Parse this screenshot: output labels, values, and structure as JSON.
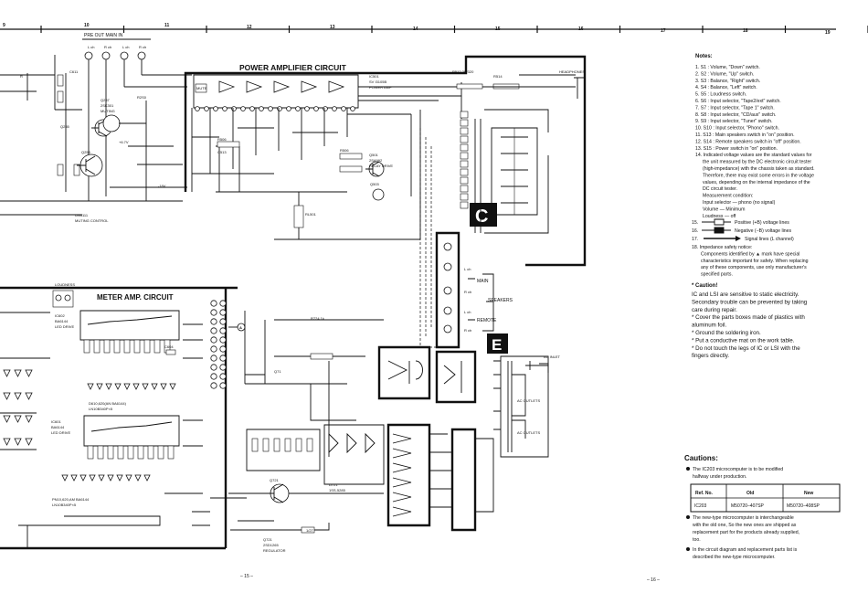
{
  "ruler": {
    "numbers": [
      "9",
      "10",
      "11",
      "12",
      "13",
      "14",
      "15",
      "16",
      "17",
      "18",
      "19"
    ]
  },
  "top_labels": {
    "pre_out_main_in": "PRE  OUT  MAIN  IN",
    "lch_1": "L ch",
    "rch_1": "R ch",
    "lch_2": "L ch",
    "rch_2": "R ch"
  },
  "blocks": {
    "power_amp": "POWER AMPLIFIER CIRCUIT",
    "meter_amp": "METER AMP. CIRCUIT",
    "ic501": "IC501",
    "ic501_part": "SV I3105B",
    "ic501_desc": "POWER AMP",
    "headphones": "HEADPHONES",
    "badge_c": "C",
    "badge_e": "E",
    "marker_a": "A",
    "loudness": "LOUDNESS"
  },
  "components": {
    "q257": "Q257",
    "q257_part": "2SK301",
    "q257_desc": "MUTING",
    "q255": "Q255",
    "q253": "Q253",
    "q255_part": "UN4111",
    "q255_desc": "MUTING CONTROL",
    "q501": "Q501",
    "q501_part": "2SA992",
    "q501_desc": "RELAY DRIVE",
    "q503": "Q503",
    "ic602": "IC602",
    "ic602_part": "BA6144",
    "ic602_desc": "LED DRIVE",
    "ic601": "IC601",
    "ic601_part": "BA6144",
    "ic601_desc": "LED DRIVE",
    "led1": "D610,620(AN BA6144)",
    "led1b": "LN10B340P×5",
    "led2": "PN10,620,AM BA6144",
    "led2b": "LN10B340P×5",
    "q721": "Q721",
    "q721_part": "2SD1265",
    "q721_desc": "REGULATOR",
    "d721": "D721",
    "d721_part": "1SS-5285",
    "mute": "MUTE",
    "mute_relay": "RL501",
    "ac_outlets": "AC OUTLETS",
    "ac_inlet": "AC INLET"
  },
  "terminals": {
    "l_ch": "L ch",
    "r_ch": "R ch",
    "main": "MAIN",
    "remote": "REMOTE",
    "speakers": "SPEAKERS"
  },
  "notes": {
    "title": "Notes:",
    "items": [
      "1. S1      : Volume, \"Down\" switch.",
      "2. S2      : Volume, \"Up\" switch.",
      "3. S3      : Balance, \"Right\" switch.",
      "4. S4      : Balance, \"Left\" switch.",
      "5. S5      : Loudness switch.",
      "6. S6      : Input selector, \"Tape2/ext\" switch.",
      "7. S7      : Input selector, \"Tape 1\" switch.",
      "8. S8      : Input selector, \"CD/aux\" switch.",
      "9. S9      : Input selector, \"Tuner\" switch.",
      "10. S10    : Input selector, \"Phono\" switch.",
      "11. S13    : Main speakers switch in \"on\" position.",
      "12. S14    : Remote speakers switch in \"off\" position.",
      "13. S15    : Power switch in \"on\" position.",
      "14. Indicated voltage values are the standard values for",
      "the unit measured by the DC electronic circuit tester",
      "(high-impedance) with the chassis taken as standard.",
      "Therefore, there may exist some errors in the voltage",
      "values, depending on the internal impedance of the",
      "DC circuit tester.",
      "Measurement condition:",
      "Input selector  — phono (no signal)",
      "Volume — Minimum",
      "Loudness — off"
    ],
    "n15": "15.",
    "n15_text": "Positive (+B) voltage lines",
    "n16": "16.",
    "n16_text": "Negative (−B) voltage lines",
    "n17": "17.",
    "n17_text": "Signal lines (L channel)",
    "n18": [
      "18. Impedance safety notice:",
      "Components identified by ▲ mark have special",
      "characteristics important for safety.  When replacing",
      "any of these components, use only manufacturer's",
      "specified parts."
    ]
  },
  "caution": {
    "title": "* Caution!",
    "lines": [
      "IC and LSI are sensitive to static electricity.",
      "Secondary trouble can be prevented by taking",
      "care during repair.",
      "* Cover the parts boxes made of plastics with",
      "aluminum foil.",
      "* Ground the soldering iron.",
      "* Put a conductive mat on the work table.",
      "* Do not touch the legs of IC or LSI with the",
      "fingers directly."
    ]
  },
  "cautions": {
    "title": "Cautions:",
    "bullet1": [
      "The IC203 microcomputer is to be modified",
      "halfway under production."
    ],
    "table": {
      "headers": [
        "Ref. No.",
        "Old",
        "New"
      ],
      "rows": [
        [
          "IC203",
          "M50720–407SP",
          "M50720–408SP"
        ]
      ]
    },
    "bullet2": [
      "The new-type microcomputer is interchangeable",
      "with the old one, So the new ones are shipped as",
      "replacement part for the products already supplied,",
      "too."
    ],
    "bullet3": [
      "In the circuit diagram and replacement parts list is",
      "described the new-type microcomputer."
    ]
  },
  "pages": {
    "left": "– 15 –",
    "right": "– 16 –"
  }
}
